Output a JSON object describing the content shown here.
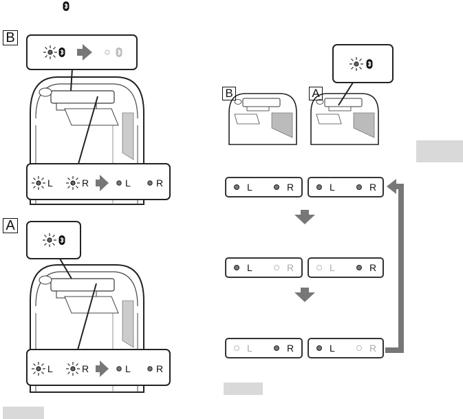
{
  "section_letters": {
    "b": "B",
    "a": "A"
  },
  "indicator_labels": {
    "left": "L",
    "right": "R"
  },
  "icons": [
    "bluetooth-icon",
    "light-burst-icon",
    "arrow-right-icon",
    "arrow-down-icon"
  ],
  "colors": {
    "line": "#222222",
    "led_on": "#777777",
    "led_off": "#bbbbbb",
    "arrow": "#777777",
    "grey_bar": "#d9d9d9"
  }
}
